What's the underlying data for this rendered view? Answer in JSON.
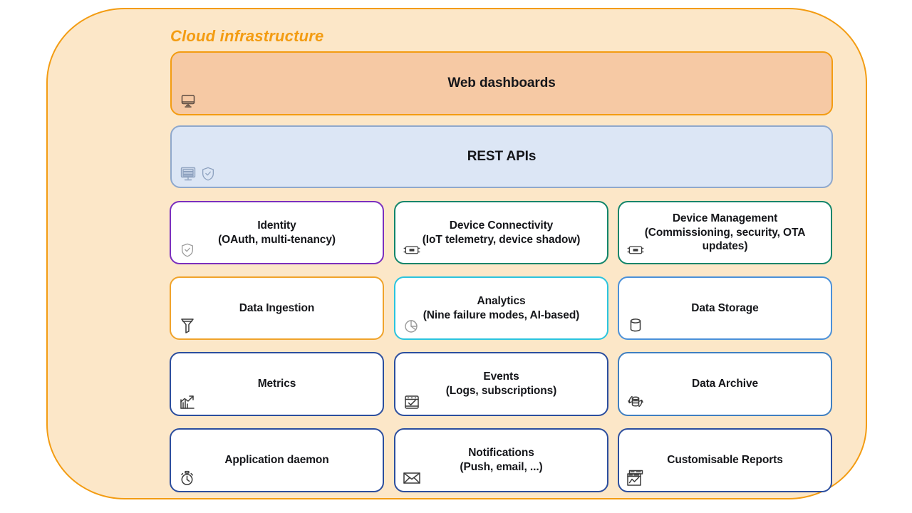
{
  "diagram": {
    "container_title": "Cloud infrastructure",
    "colors": {
      "container_fill": "#FCE7C8",
      "container_border": "#F39C12",
      "title_color": "#F39C12",
      "web_dashboards_fill": "#F6C9A4",
      "web_dashboards_border": "#F39C12",
      "rest_apis_fill": "#DCE6F5",
      "rest_apis_border": "#8FA8CC",
      "identity_border": "#7B2FBE",
      "device_border": "#12856A",
      "ingestion_border": "#F0A32B",
      "analytics_border": "#2BC4DE",
      "storage_border": "#4A90D9",
      "archive_border": "#3F7FC1",
      "default_border": "#2C4E9E",
      "text_color": "#15161A"
    },
    "banners": [
      {
        "id": "web-dashboards",
        "title": "Web dashboards",
        "subtitle": "",
        "icons": [
          "monitor-icon"
        ]
      },
      {
        "id": "rest-apis",
        "title": "REST APIs",
        "subtitle": "",
        "icons": [
          "server-monitor-icon",
          "shield-check-icon"
        ]
      }
    ],
    "rows": [
      {
        "cards": [
          {
            "id": "identity",
            "title": "Identity",
            "subtitle": "(OAuth, multi-tenancy)",
            "icon": "shield-check-icon"
          },
          {
            "id": "device-connectivity",
            "title": "Device Connectivity",
            "subtitle": "(IoT telemetry, device shadow)",
            "icon": "chip-module-icon"
          },
          {
            "id": "device-management",
            "title": "Device Management",
            "subtitle": "(Commissioning, security, OTA updates)",
            "icon": "chip-module-icon"
          }
        ]
      },
      {
        "cards": [
          {
            "id": "data-ingestion",
            "title": "Data Ingestion",
            "subtitle": "",
            "icon": "funnel-icon"
          },
          {
            "id": "analytics",
            "title": "Analytics",
            "subtitle": "(Nine failure modes, AI-based)",
            "icon": "pie-chart-icon"
          },
          {
            "id": "data-storage",
            "title": "Data Storage",
            "subtitle": "",
            "icon": "database-cylinder-icon"
          }
        ]
      },
      {
        "cards": [
          {
            "id": "metrics",
            "title": "Metrics",
            "subtitle": "",
            "icon": "bar-chart-trend-icon"
          },
          {
            "id": "events",
            "title": "Events",
            "subtitle": "(Logs, subscriptions)",
            "icon": "calendar-check-icon"
          },
          {
            "id": "data-archive",
            "title": "Data Archive",
            "subtitle": "",
            "icon": "database-refresh-icon"
          }
        ]
      },
      {
        "cards": [
          {
            "id": "application-daemon",
            "title": "Application daemon",
            "subtitle": "",
            "icon": "stopwatch-icon"
          },
          {
            "id": "notifications",
            "title": "Notifications",
            "subtitle": "(Push, email, ...)",
            "icon": "envelope-icon"
          },
          {
            "id": "customisable-reports",
            "title": "Customisable Reports",
            "subtitle": "",
            "icon": "report-chart-window-icon"
          }
        ]
      }
    ]
  }
}
